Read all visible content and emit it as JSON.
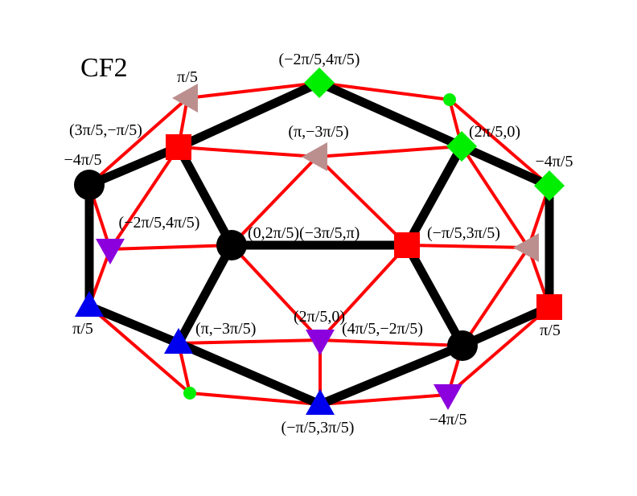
{
  "title": "CF2",
  "colors": {
    "background": "#ffffff",
    "thick_edge": "#000000",
    "thin_edge": "#ff0000",
    "red_square": "#ff0000",
    "green_diamond": "#00ee00",
    "green_dot": "#00ee00",
    "black_circle": "#000000",
    "blue_triangle": "#0000ee",
    "purple_triangle": "#8b00dd",
    "tan_triangle": "#bc8f8f",
    "text": "#000000"
  },
  "nodes": [
    {
      "id": "n1",
      "shape": "black-circle"
    },
    {
      "id": "n2",
      "shape": "red-square"
    },
    {
      "id": "n3",
      "shape": "tan-triangle-left"
    },
    {
      "id": "n4",
      "shape": "green-diamond"
    },
    {
      "id": "n5",
      "shape": "green-dot"
    },
    {
      "id": "n6",
      "shape": "green-diamond"
    },
    {
      "id": "n7",
      "shape": "green-diamond"
    },
    {
      "id": "n8",
      "shape": "tan-triangle-left"
    },
    {
      "id": "n9",
      "shape": "purple-triangle-down"
    },
    {
      "id": "n10",
      "shape": "black-circle"
    },
    {
      "id": "n11",
      "shape": "red-square"
    },
    {
      "id": "n12",
      "shape": "tan-triangle-left"
    },
    {
      "id": "n13",
      "shape": "blue-triangle-up"
    },
    {
      "id": "n14",
      "shape": "blue-triangle-up"
    },
    {
      "id": "n15",
      "shape": "purple-triangle-down"
    },
    {
      "id": "n16",
      "shape": "black-circle"
    },
    {
      "id": "n17",
      "shape": "red-square"
    },
    {
      "id": "n18",
      "shape": "green-dot"
    },
    {
      "id": "n19",
      "shape": "blue-triangle-up"
    },
    {
      "id": "n20",
      "shape": "purple-triangle-down"
    }
  ],
  "thick_edges": [
    [
      "n1",
      "n2"
    ],
    [
      "n2",
      "n4"
    ],
    [
      "n4",
      "n6"
    ],
    [
      "n6",
      "n7"
    ],
    [
      "n7",
      "n17"
    ],
    [
      "n17",
      "n16"
    ],
    [
      "n16",
      "n19"
    ],
    [
      "n19",
      "n14"
    ],
    [
      "n14",
      "n13"
    ],
    [
      "n13",
      "n1"
    ],
    [
      "n2",
      "n10"
    ],
    [
      "n10",
      "n14"
    ],
    [
      "n10",
      "n11"
    ],
    [
      "n11",
      "n6"
    ],
    [
      "n11",
      "n16"
    ]
  ],
  "thin_edges": [
    [
      "n1",
      "n3"
    ],
    [
      "n3",
      "n4"
    ],
    [
      "n3",
      "n2"
    ],
    [
      "n4",
      "n5"
    ],
    [
      "n5",
      "n6"
    ],
    [
      "n5",
      "n7"
    ],
    [
      "n2",
      "n8"
    ],
    [
      "n8",
      "n6"
    ],
    [
      "n8",
      "n10"
    ],
    [
      "n8",
      "n11"
    ],
    [
      "n1",
      "n9"
    ],
    [
      "n2",
      "n9"
    ],
    [
      "n9",
      "n10"
    ],
    [
      "n9",
      "n13"
    ],
    [
      "n7",
      "n12"
    ],
    [
      "n6",
      "n12"
    ],
    [
      "n11",
      "n12"
    ],
    [
      "n12",
      "n17"
    ],
    [
      "n12",
      "n16"
    ],
    [
      "n13",
      "n14"
    ],
    [
      "n13",
      "n18"
    ],
    [
      "n14",
      "n18"
    ],
    [
      "n14",
      "n15"
    ],
    [
      "n10",
      "n15"
    ],
    [
      "n11",
      "n15"
    ],
    [
      "n15",
      "n16"
    ],
    [
      "n15",
      "n19"
    ],
    [
      "n18",
      "n19"
    ],
    [
      "n19",
      "n20"
    ],
    [
      "n16",
      "n20"
    ],
    [
      "n17",
      "n20"
    ]
  ],
  "labels": [
    {
      "text": "(−2π/5,4π/5)"
    },
    {
      "text": "π/5"
    },
    {
      "text": "(3π/5,−π/5)"
    },
    {
      "text": "(π,−3π/5)"
    },
    {
      "text": "(2π/5,0)"
    },
    {
      "text": "−4π/5"
    },
    {
      "text": "−4π/5"
    },
    {
      "text": "(−2π/5,4π/5)"
    },
    {
      "text": "(0,2π/5)(−3π/5,π)"
    },
    {
      "text": "(−π/5,3π/5)"
    },
    {
      "text": "π/5"
    },
    {
      "text": "(2π/5,0)"
    },
    {
      "text": "(π,−3π/5)"
    },
    {
      "text": "(4π/5,−2π/5)"
    },
    {
      "text": "π/5"
    },
    {
      "text": "(−π/5,3π/5)"
    },
    {
      "text": "−4π/5"
    }
  ]
}
